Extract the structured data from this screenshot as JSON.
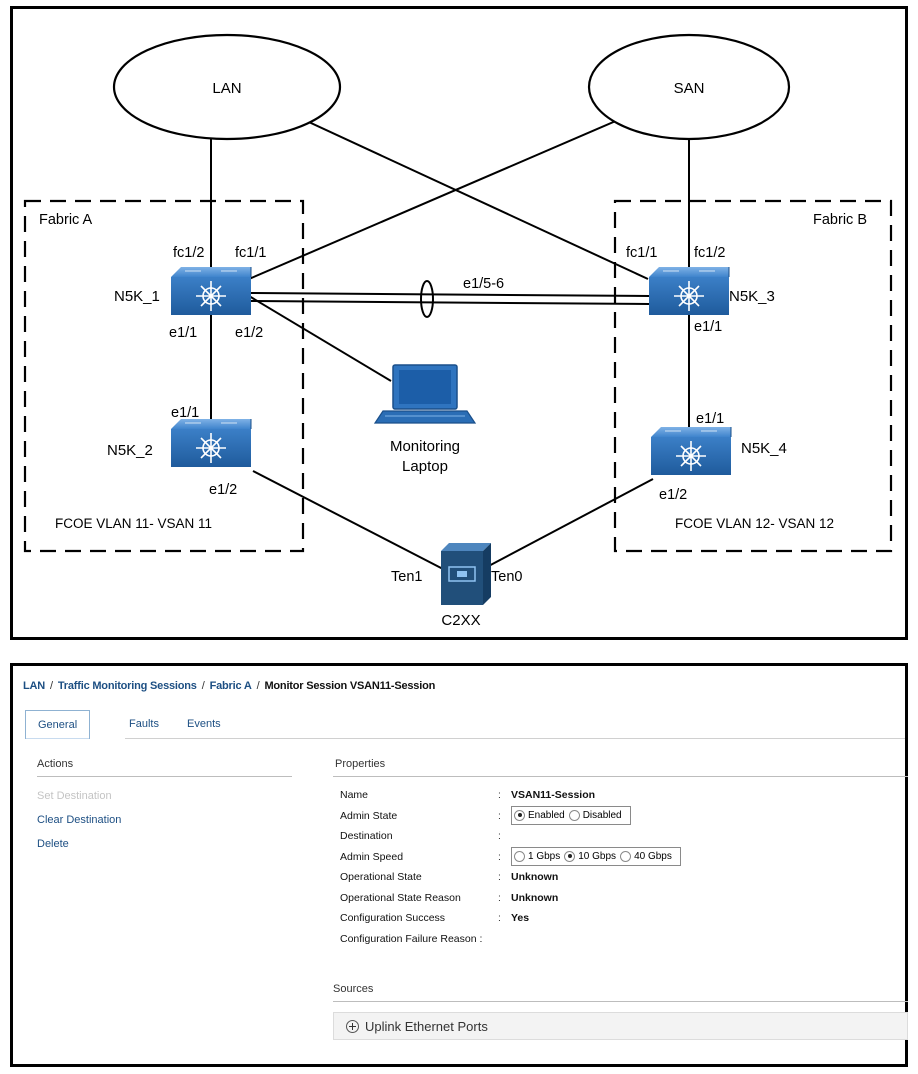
{
  "diagram": {
    "clouds": {
      "lan": "LAN",
      "san": "SAN"
    },
    "fabric_a": {
      "label": "Fabric A",
      "footer": "FCOE VLAN 11- VSAN 11"
    },
    "fabric_b": {
      "label": "Fabric B",
      "footer": "FCOE VLAN 12- VSAN 12"
    },
    "switches": {
      "n5k_1": "N5K_1",
      "n5k_2": "N5K_2",
      "n5k_3": "N5K_3",
      "n5k_4": "N5K_4"
    },
    "ports": {
      "n5k1_fc12": "fc1/2",
      "n5k1_fc11": "fc1/1",
      "n5k1_e11": "e1/1",
      "n5k1_e12": "e1/2",
      "n5k2_e11": "e1/1",
      "n5k2_e12": "e1/2",
      "n5k3_fc11": "fc1/1",
      "n5k3_fc12": "fc1/2",
      "n5k3_e11": "e1/1",
      "n5k4_e11": "e1/1",
      "n5k4_e12": "e1/2",
      "portchannel": "e1/5-6",
      "server_ten1": "Ten1",
      "server_ten0": "Ten0"
    },
    "laptop": {
      "line1": "Monitoring",
      "line2": "Laptop"
    },
    "server": "C2XX"
  },
  "breadcrumb": {
    "items": [
      "LAN",
      "Traffic Monitoring Sessions",
      "Fabric A"
    ],
    "separator": "/",
    "current": "Monitor Session VSAN11-Session"
  },
  "tabs": [
    {
      "label": "General",
      "active": true
    },
    {
      "label": "Faults",
      "active": false
    },
    {
      "label": "Events",
      "active": false
    }
  ],
  "actions": {
    "title": "Actions",
    "items": [
      {
        "label": "Set Destination",
        "enabled": false
      },
      {
        "label": "Clear Destination",
        "enabled": true
      },
      {
        "label": "Delete",
        "enabled": true
      }
    ]
  },
  "properties": {
    "title": "Properties",
    "colon": ":",
    "name": {
      "label": "Name",
      "value": "VSAN11-Session"
    },
    "admin_state": {
      "label": "Admin State",
      "options": [
        "Enabled",
        "Disabled"
      ],
      "selected": "Enabled"
    },
    "destination": {
      "label": "Destination",
      "value": ""
    },
    "admin_speed": {
      "label": "Admin Speed",
      "options": [
        "1 Gbps",
        "10 Gbps",
        "40 Gbps"
      ],
      "selected": "10 Gbps"
    },
    "operational_state": {
      "label": "Operational State",
      "value": "Unknown"
    },
    "operational_state_reason": {
      "label": "Operational State Reason",
      "value": "Unknown"
    },
    "configuration_success": {
      "label": "Configuration Success",
      "value": "Yes"
    },
    "configuration_failure_reason": {
      "label": "Configuration Failure Reason :",
      "value": ""
    }
  },
  "sources": {
    "title": "Sources",
    "uplink_label": "Uplink Ethernet Ports",
    "icons": {
      "expand": "plus-circle-icon"
    }
  },
  "colors": {
    "switch_blue": "#2a6db5",
    "link_blue": "#1d4f83",
    "server_blue": "#214f7a"
  }
}
